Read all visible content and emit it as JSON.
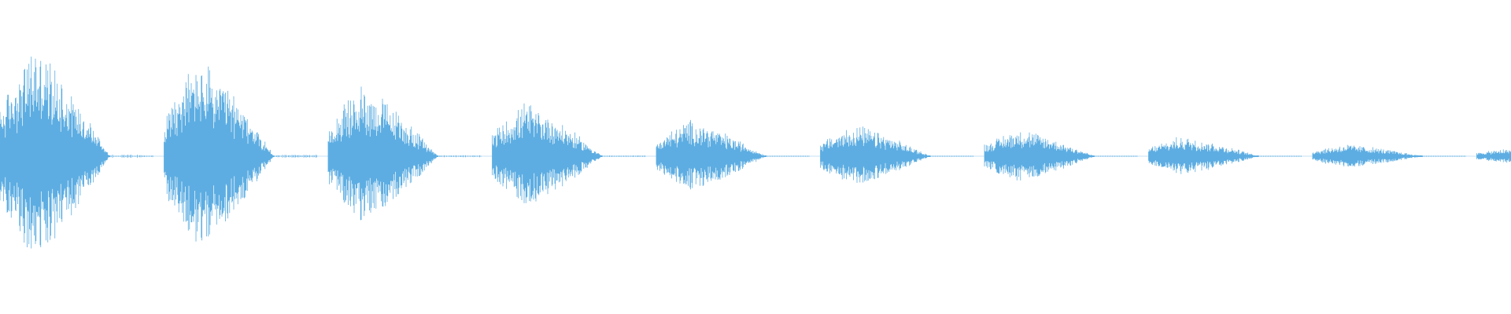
{
  "waveform": {
    "color": "#5DADE2",
    "background": "#FFFFFF",
    "layout": "decaying-bursts",
    "burst_count": 10,
    "bursts": [
      {
        "index": 1,
        "peak_amplitude": 1.0
      },
      {
        "index": 2,
        "peak_amplitude": 0.88
      },
      {
        "index": 3,
        "peak_amplitude": 0.64
      },
      {
        "index": 4,
        "peak_amplitude": 0.48
      },
      {
        "index": 5,
        "peak_amplitude": 0.33
      },
      {
        "index": 6,
        "peak_amplitude": 0.28
      },
      {
        "index": 7,
        "peak_amplitude": 0.25
      },
      {
        "index": 8,
        "peak_amplitude": 0.18
      },
      {
        "index": 9,
        "peak_amplitude": 0.11
      },
      {
        "index": 10,
        "peak_amplitude": 0.07
      }
    ]
  }
}
